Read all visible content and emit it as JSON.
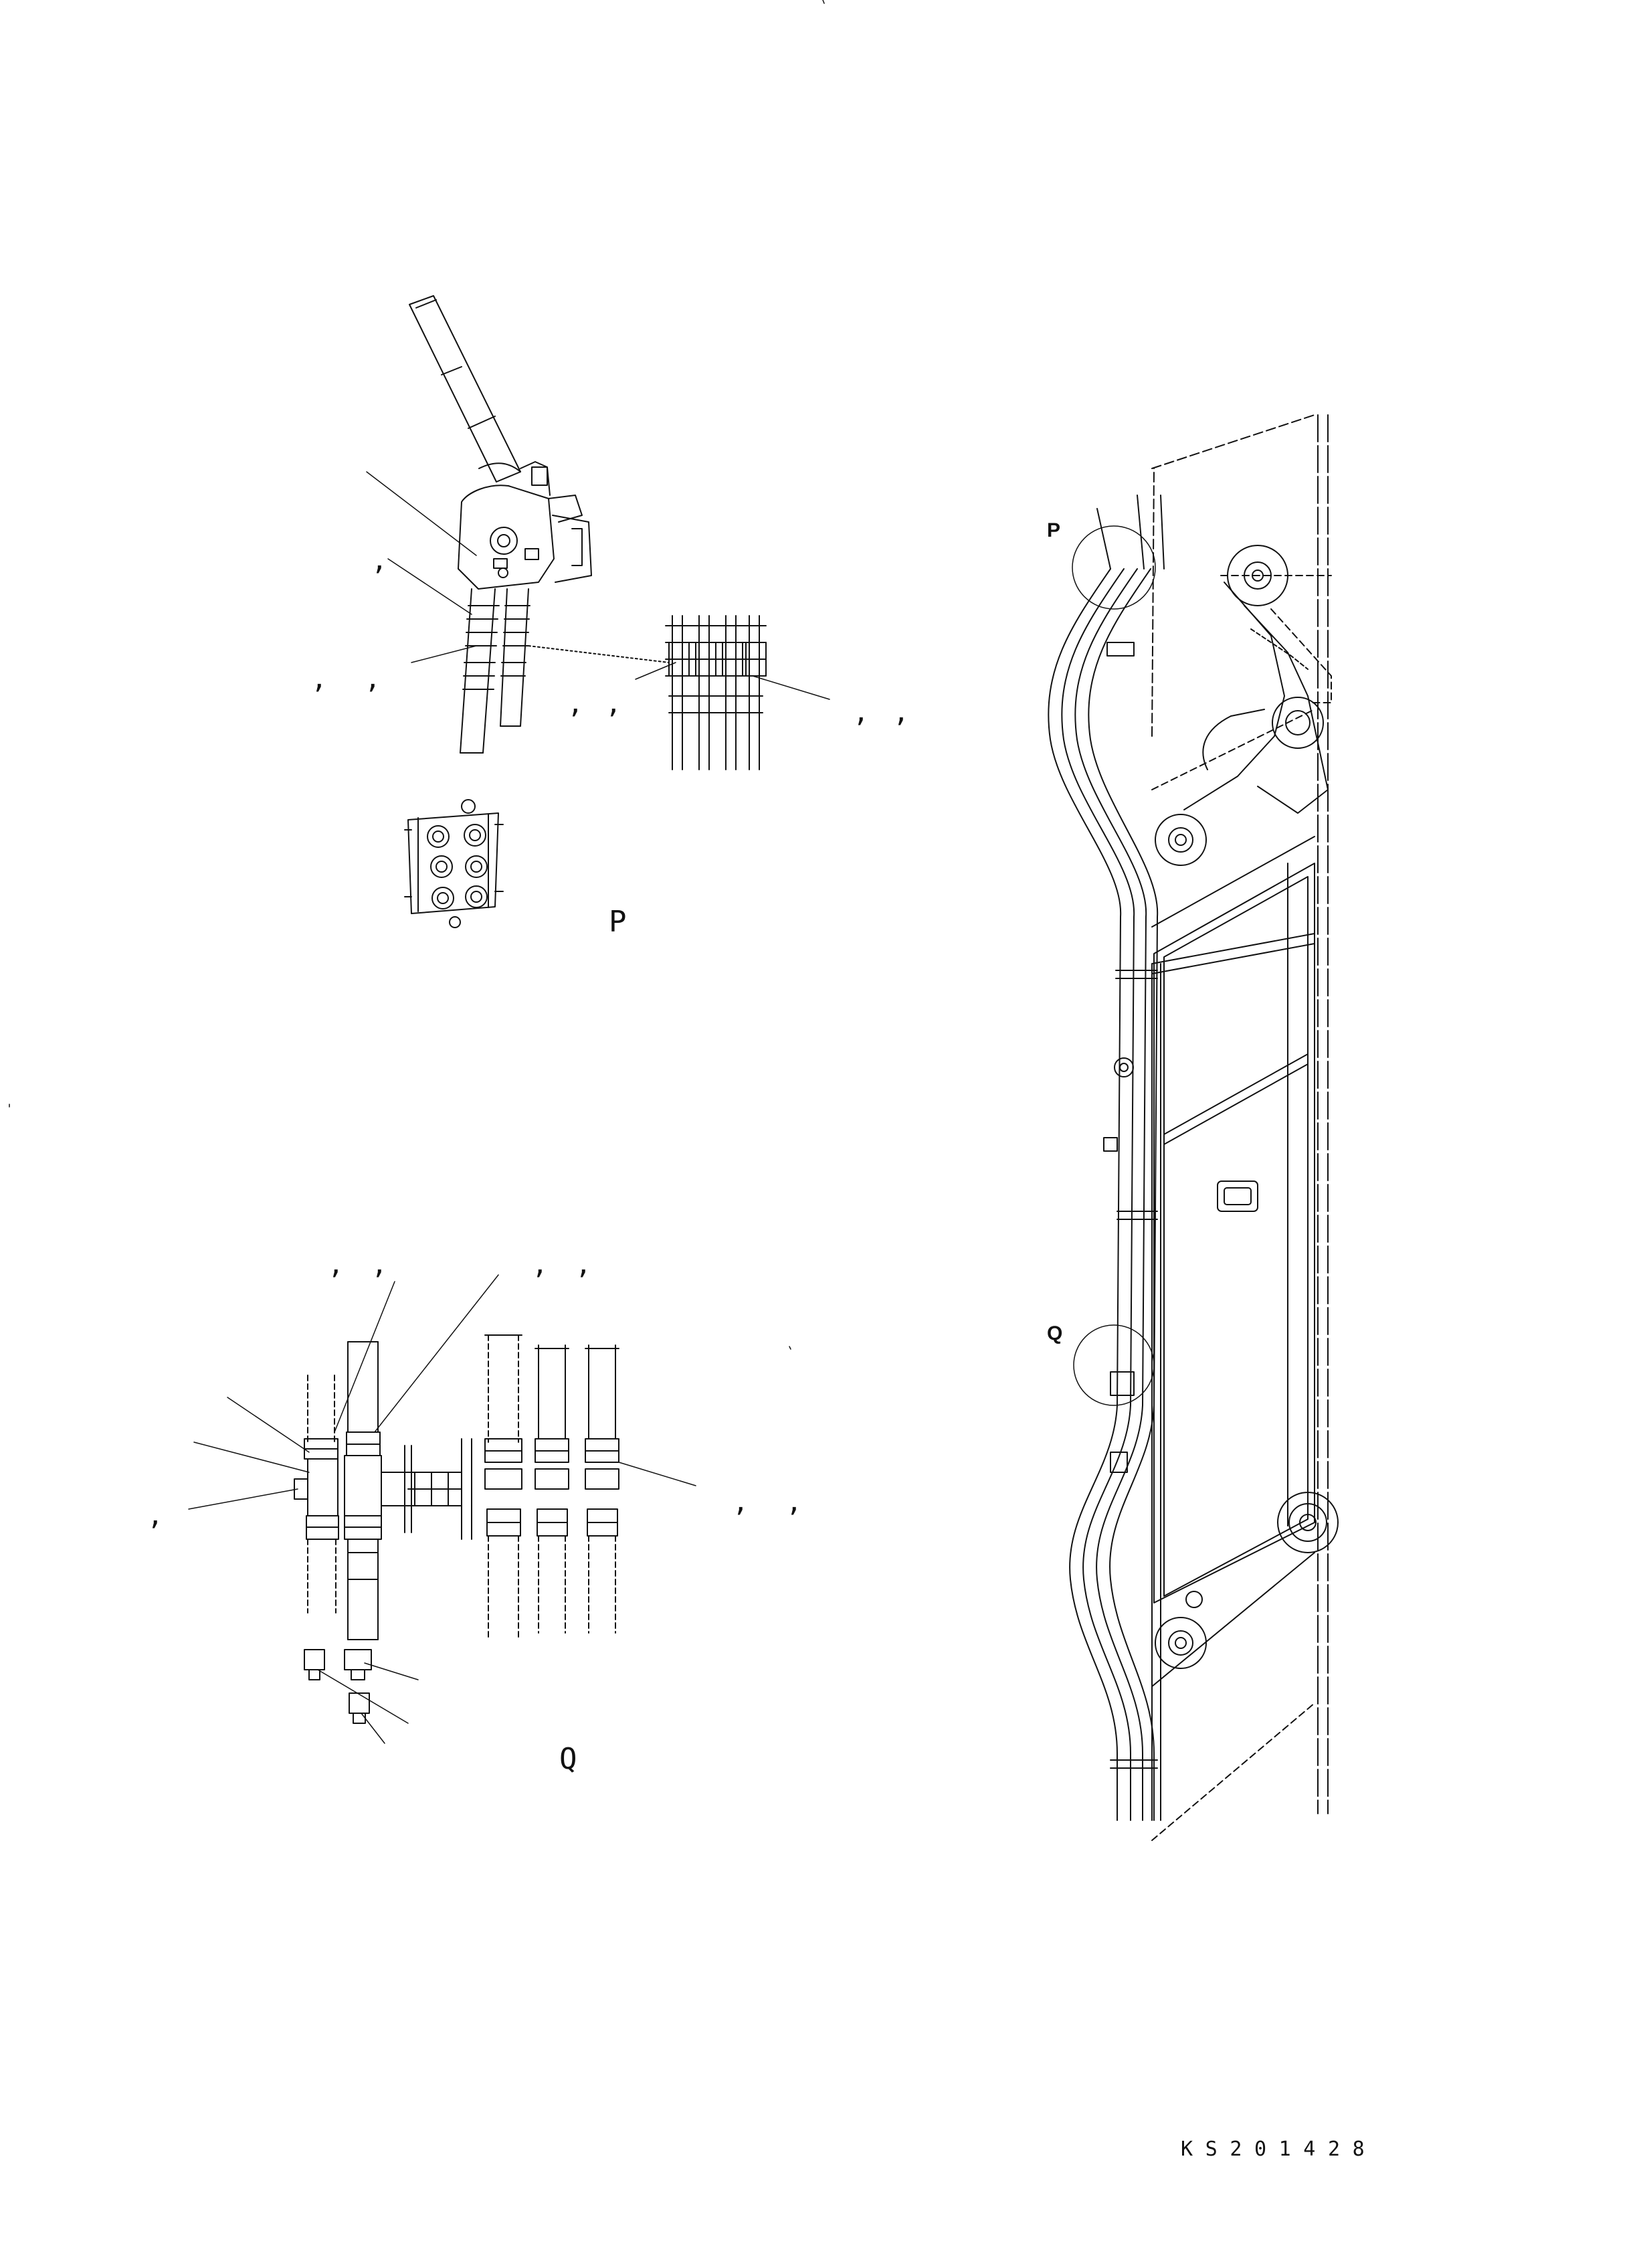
{
  "views": {
    "p_label": "P",
    "q_label": "Q"
  },
  "callouts": {
    "p": "P",
    "q": "Q"
  },
  "ref_separator": ",",
  "drawing_code": "KS201428",
  "colors": {
    "line": "#111111",
    "background": "#ffffff"
  }
}
